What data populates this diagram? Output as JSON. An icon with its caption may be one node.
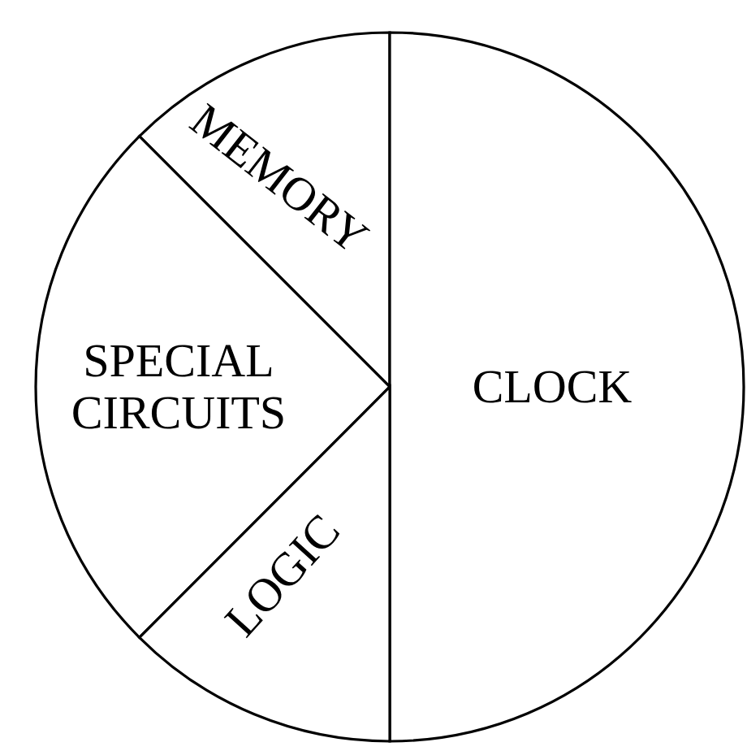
{
  "diagram": {
    "nodes": [
      {
        "text": [
          "MEMORY"
        ]
      },
      {
        "text": [
          "SPECIAL CIRCUITS"
        ]
      },
      {
        "text": [
          "CLOCK"
        ]
      },
      {
        "text": [
          "LOGIC"
        ]
      }
    ]
  }
}
